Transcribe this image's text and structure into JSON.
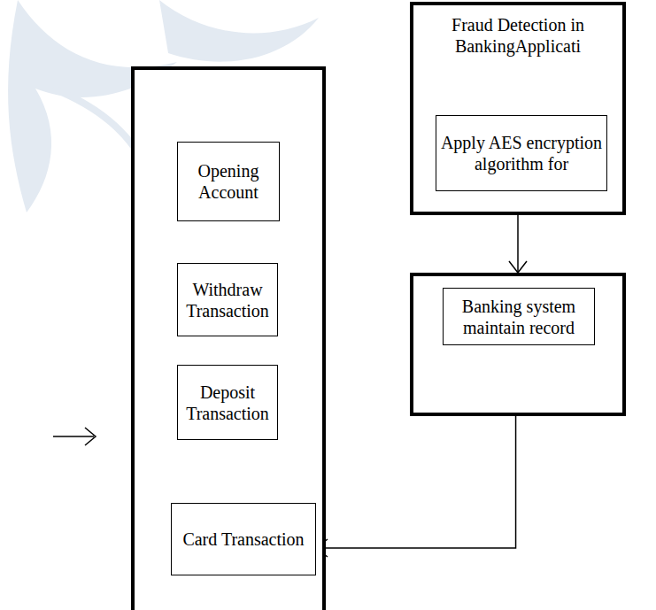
{
  "diagram": {
    "nodes": [
      {
        "text": [
          "Fraud Detection in BankingApplicati"
        ]
      },
      {
        "text": [
          "Apply AES encryption algorithm for"
        ],
        "in": 0
      },
      {
        "text": []
      },
      {
        "text": [
          "Banking system maintain record"
        ],
        "in": 2
      },
      {
        "text": []
      },
      {
        "text": [
          "Opening Account"
        ],
        "in": 4
      },
      {
        "text": [
          "Withdraw Transaction"
        ],
        "in": 4
      },
      {
        "text": [
          "Deposit Transaction"
        ],
        "in": 4
      },
      {
        "text": [
          "Card Transaction"
        ],
        "in": 4
      }
    ],
    "edges": [
      {
        "from": 0,
        "to": 2,
        "arrow": "to"
      },
      {
        "from": 2,
        "to": 8,
        "arrow": "to"
      }
    ]
  }
}
